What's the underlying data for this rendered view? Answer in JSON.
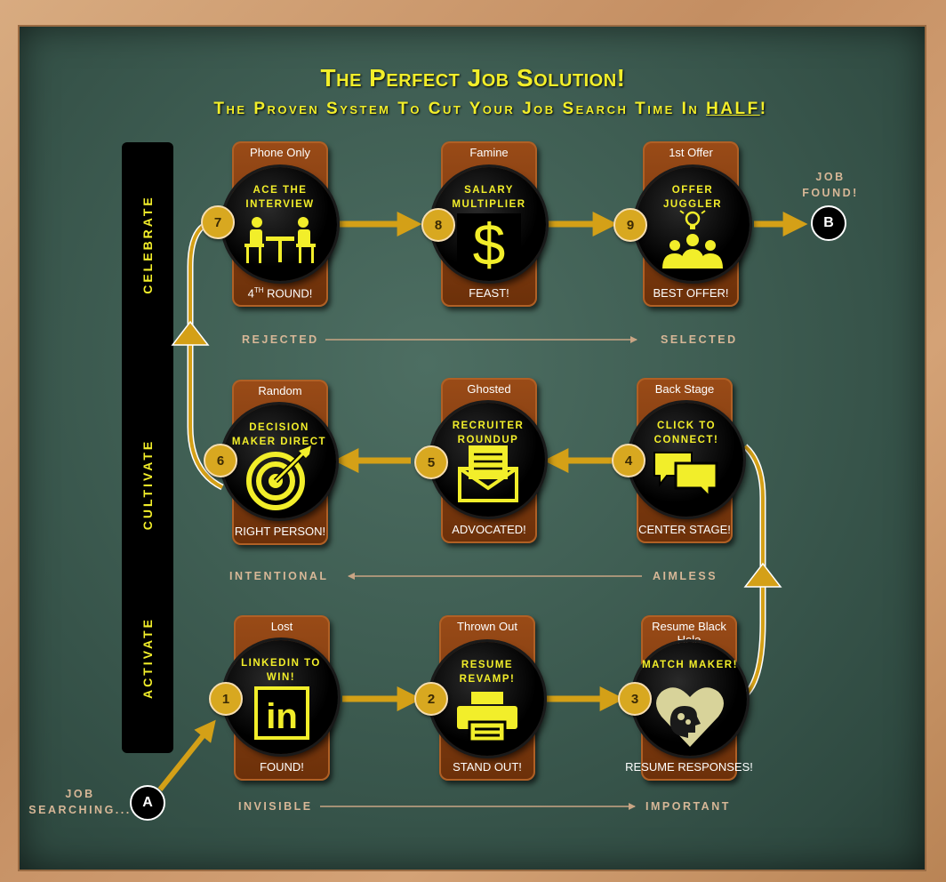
{
  "title": "The Perfect Job Solution!",
  "subtitle_prefix": "The Proven System To Cut Your Job Search Time In ",
  "subtitle_emphasis": "HALF",
  "subtitle_suffix": "!",
  "phases": [
    "CELEBRATE",
    "CULTIVATE",
    "ACTIVATE"
  ],
  "start": {
    "letter": "A",
    "caption_line1": "JOB",
    "caption_line2": "SEARCHING..."
  },
  "end": {
    "letter": "B",
    "caption_line1": "JOB",
    "caption_line2": "FOUND!"
  },
  "steps": [
    {
      "number": "1",
      "name": "LINKEDIN TO WIN!",
      "top": "Lost",
      "bottom": "FOUND!",
      "icon": "linkedin-icon"
    },
    {
      "number": "2",
      "name": "RESUME REVAMP!",
      "top": "Thrown Out",
      "bottom": "STAND OUT!",
      "icon": "printer-icon"
    },
    {
      "number": "3",
      "name": "MATCH MAKER!",
      "top": "Resume Black Hole",
      "bottom": "RESUME RESPONSES!",
      "icon": "heart-head-icon"
    },
    {
      "number": "4",
      "name": "CLICK TO CONNECT!",
      "top": "Back Stage",
      "bottom": "CENTER STAGE!",
      "icon": "chat-bubbles-icon"
    },
    {
      "number": "5",
      "name": "RECRUITER ROUNDUP",
      "top": "Ghosted",
      "bottom": "ADVOCATED!",
      "icon": "envelope-icon"
    },
    {
      "number": "6",
      "name": "DECISION MAKER DIRECT",
      "top": "Random",
      "bottom": "RIGHT PERSON!",
      "icon": "target-icon"
    },
    {
      "number": "7",
      "name": "ACE THE INTERVIEW",
      "top": "Phone Only",
      "bottom_main": "4",
      "bottom_sup": "TH",
      "bottom_rest": " ROUND!",
      "icon": "interview-icon"
    },
    {
      "number": "8",
      "name": "SALARY MULTIPLIER",
      "top": "Famine",
      "bottom": "FEAST!",
      "icon": "dollar-icon"
    },
    {
      "number": "9",
      "name": "OFFER JUGGLER",
      "top": "1st Offer",
      "bottom": "BEST OFFER!",
      "icon": "team-idea-icon"
    }
  ],
  "row_transitions": [
    {
      "from": "REJECTED",
      "to": "SELECTED"
    },
    {
      "from": "AIMLESS",
      "to": "INTENTIONAL"
    },
    {
      "from": "INVISIBLE",
      "to": "IMPORTANT"
    }
  ],
  "colors": {
    "accent": "#f2ee2a",
    "arrow": "#d4a017",
    "plate": "#8a4413",
    "board": "#3f5e53"
  }
}
